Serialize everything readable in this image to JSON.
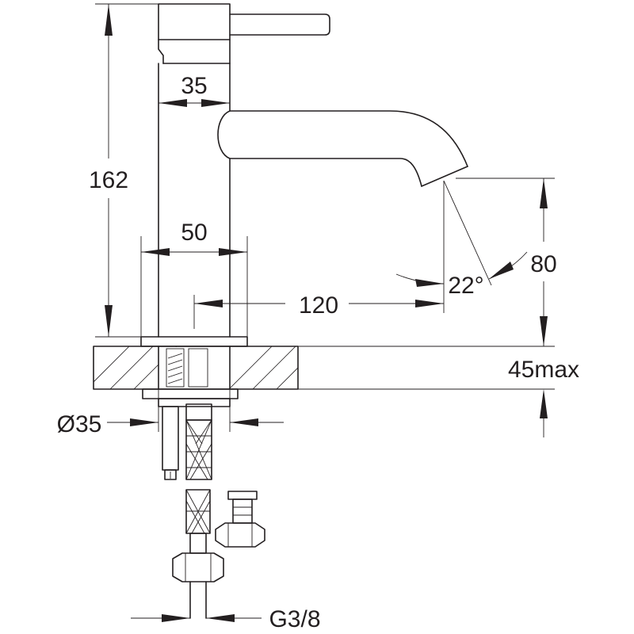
{
  "dimensions": {
    "spout_diameter": "35",
    "total_height": "162",
    "body_width": "50",
    "reach": "120",
    "spout_angle": "22°",
    "spout_height": "80",
    "counter_thickness": "45max",
    "hole_diameter": "Ø35",
    "connection_thread": "G3/8"
  },
  "colors": {
    "line": "#231f20",
    "background": "#ffffff"
  }
}
